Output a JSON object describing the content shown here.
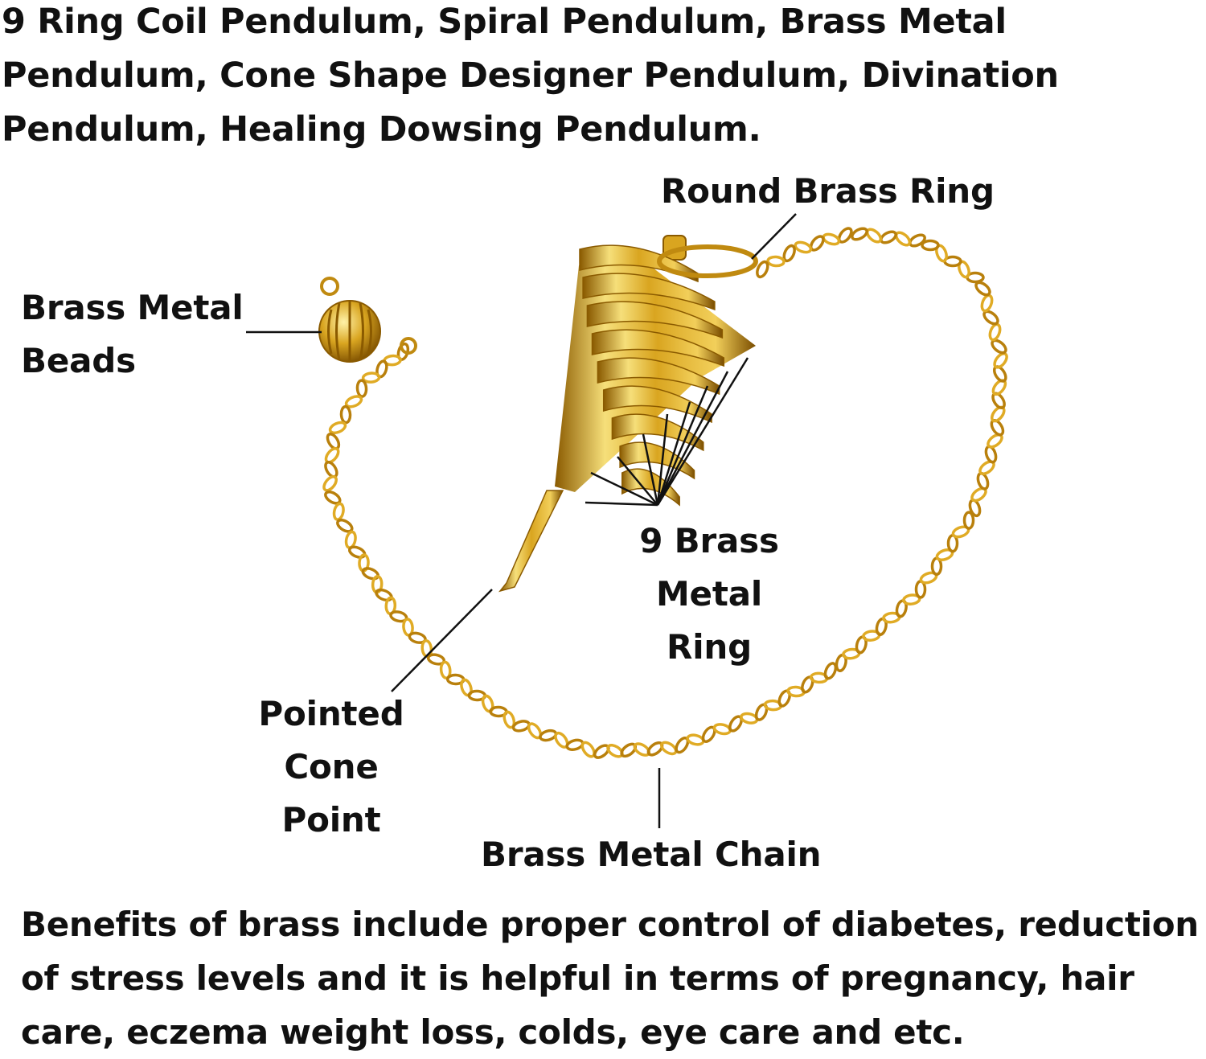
{
  "heading": "9 Ring Coil Pendulum, Spiral Pendulum, Brass Metal Pendulum, Cone Shape Designer Pendulum, Divination Pendulum, Healing Dowsing Pendulum.",
  "labels": {
    "round_ring": "Round Brass Ring",
    "beads": [
      "Brass Metal",
      "Beads"
    ],
    "nine_rings": [
      "9 Brass Metal",
      "Ring"
    ],
    "cone_point": [
      "Pointed Cone",
      "Point"
    ],
    "chain": "Brass Metal Chain"
  },
  "footer": "Benefits of brass include proper control of diabetes, reduction of stress levels and it is helpful in terms of pregnancy, hair care, eczema weight loss, colds, eye care and etc.",
  "colors": {
    "brass": "#d9a520",
    "brass_light": "#f6df7a",
    "brass_dark": "#8a5a00",
    "line": "#111111"
  }
}
